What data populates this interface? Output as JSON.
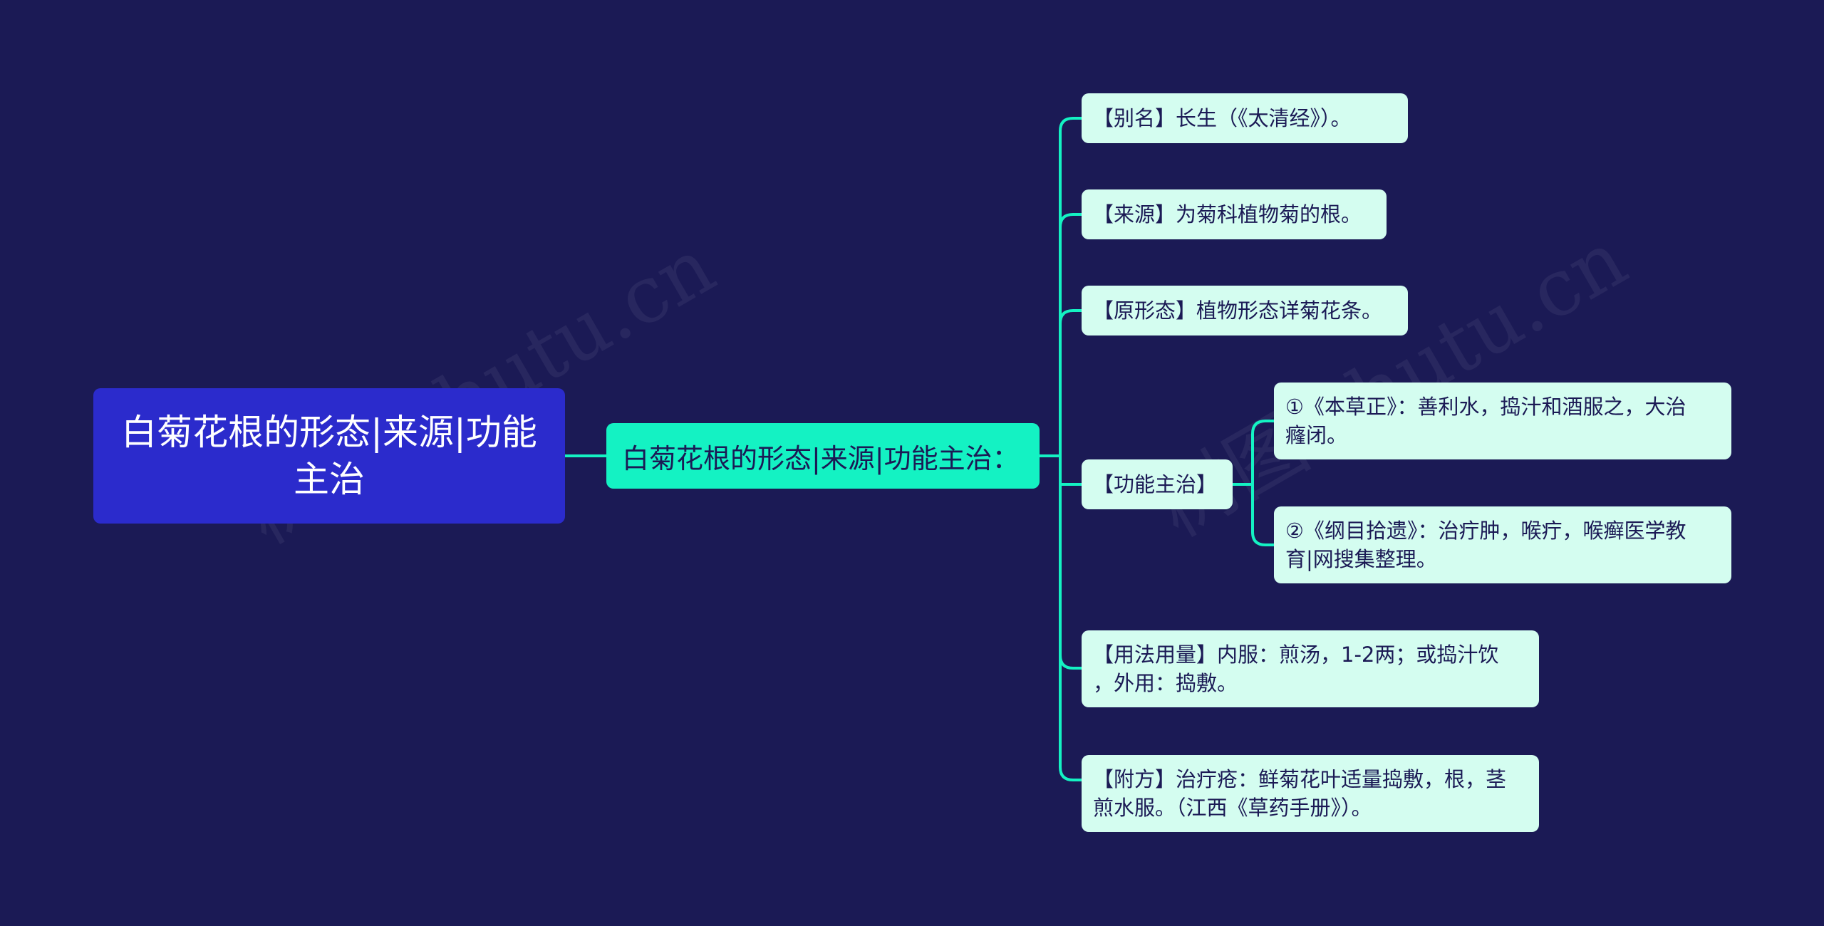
{
  "mindmap": {
    "root": {
      "label": "白菊花根的形态|来源|功能主治"
    },
    "main": {
      "label": "白菊花根的形态|来源|功能主治："
    },
    "children": {
      "alias": {
        "lines": [
          "【别名】长生（《太清经》）。"
        ]
      },
      "source": {
        "lines": [
          "【来源】为菊科植物菊的根。"
        ]
      },
      "form": {
        "lines": [
          "【原形态】植物形态详菊花条。"
        ]
      },
      "function": {
        "lines": [
          "【功能主治】"
        ],
        "children": [
          {
            "lines": [
              "①《本草正》：善利水，捣汁和酒服之，大治",
              "癃闭。"
            ]
          },
          {
            "lines": [
              "②《纲目拾遗》：治疔肿，喉疔，喉癣医学教",
              "育|网搜集整理。"
            ]
          }
        ]
      },
      "usage": {
        "lines": [
          "【用法用量】内服：煎汤，1-2两；或捣汁饮",
          "，外用：捣敷。"
        ]
      },
      "recipe": {
        "lines": [
          "【附方】治疔疮：鲜菊花叶适量捣敷，根，茎",
          "煎水服。（江西《草药手册》）。"
        ]
      }
    }
  },
  "watermark": "树图 shutu.cn",
  "colors": {
    "background": "#1b1a55",
    "root": "#2b2bcc",
    "main": "#14f2c3",
    "leaf": "#d4fdf0",
    "connector": "#14f2c3"
  }
}
